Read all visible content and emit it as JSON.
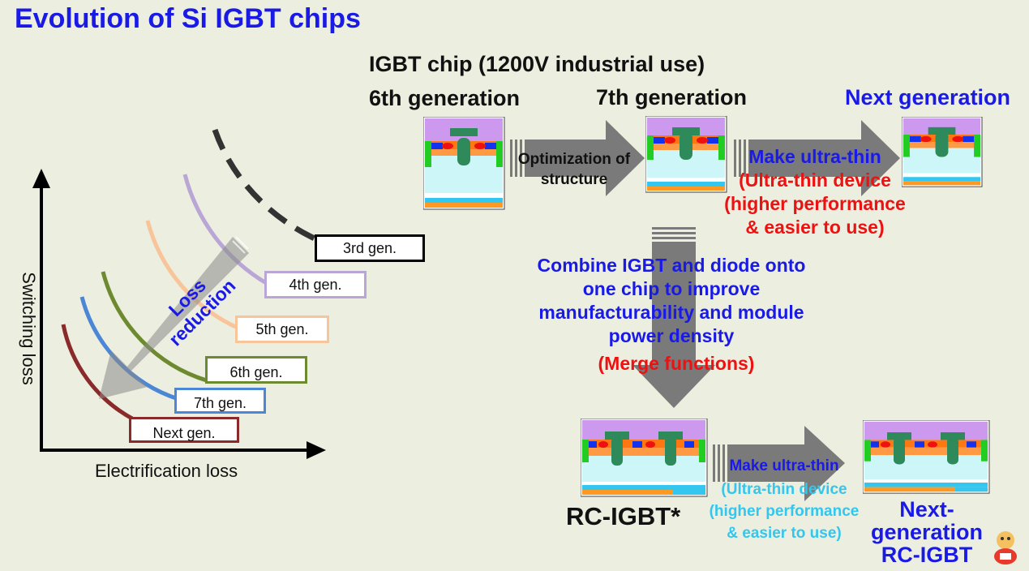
{
  "title": "Evolution of Si IGBT chips",
  "igbt_header": "IGBT chip (1200V industrial use)",
  "gen6": "6th generation",
  "gen7": "7th generation",
  "gen_next": "Next generation",
  "arrow1_label": [
    "Optimization of",
    "structure"
  ],
  "arrow2_blue": "Make ultra-thin",
  "arrow2_red": [
    "(Ultra-thin device",
    "(higher performance",
    "& easier to use)"
  ],
  "combine_text": [
    "Combine IGBT and diode onto",
    "one chip to improve",
    "manufacturability and module",
    "power density"
  ],
  "merge_text": "(Merge functions)",
  "rc_label": "RC-IGBT*",
  "arrow3_blue": "Make ultra-thin",
  "arrow3_cyan": [
    "(Ultra-thin device",
    "(higher performance",
    "& easier to use)"
  ],
  "next_rc": [
    "Next-",
    "generation",
    "RC-IGBT"
  ],
  "chart": {
    "ylabel": "Switching loss",
    "xlabel": "Electrification loss",
    "loss_label": [
      "Loss",
      "reduction"
    ],
    "generations": [
      {
        "label": "3rd gen.",
        "color": "#333333"
      },
      {
        "label": "4th gen.",
        "color": "#b9a6d6"
      },
      {
        "label": "5th gen.",
        "color": "#f8c49a"
      },
      {
        "label": "6th gen.",
        "color": "#6e8a30"
      },
      {
        "label": "7th gen.",
        "color": "#4c86d6"
      },
      {
        "label": "Next gen.",
        "color": "#8a2a2a"
      }
    ]
  },
  "colors": {
    "title": "#1a1ae6",
    "red": "#ee1111",
    "cyan": "#33c6ee",
    "arrow": "#7a7a7a",
    "chip_top": "#cc99ee",
    "chip_body": "#ccf6f8"
  }
}
